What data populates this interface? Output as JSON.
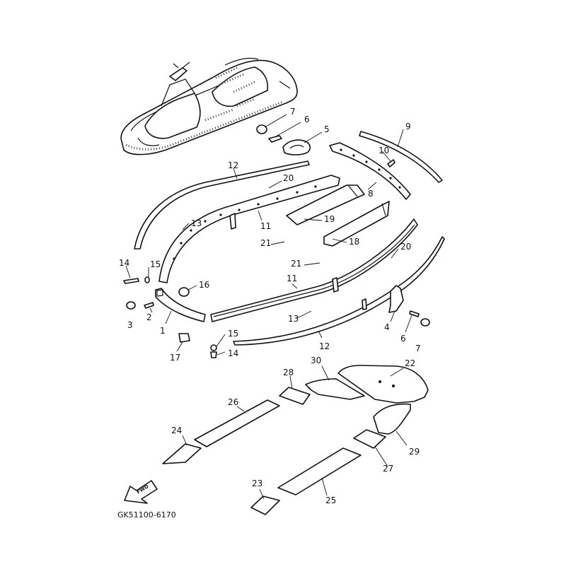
{
  "diagram": {
    "code": "GK51100-6170",
    "fwd_label": "FWD",
    "callouts": [
      {
        "id": "c7a",
        "text": "7"
      },
      {
        "id": "c6a",
        "text": "6"
      },
      {
        "id": "c5",
        "text": "5"
      },
      {
        "id": "c9",
        "text": "9"
      },
      {
        "id": "c10",
        "text": "10"
      },
      {
        "id": "c12a",
        "text": "12"
      },
      {
        "id": "c20a",
        "text": "20"
      },
      {
        "id": "c8",
        "text": "8"
      },
      {
        "id": "c13a",
        "text": "13"
      },
      {
        "id": "c11a",
        "text": "11"
      },
      {
        "id": "c19",
        "text": "19"
      },
      {
        "id": "c21a",
        "text": "21"
      },
      {
        "id": "c18",
        "text": "18"
      },
      {
        "id": "c14a",
        "text": "14"
      },
      {
        "id": "c15a",
        "text": "15"
      },
      {
        "id": "c16",
        "text": "16"
      },
      {
        "id": "c21b",
        "text": "21"
      },
      {
        "id": "c20b",
        "text": "20"
      },
      {
        "id": "c11b",
        "text": "11"
      },
      {
        "id": "c3",
        "text": "3"
      },
      {
        "id": "c2",
        "text": "2"
      },
      {
        "id": "c1",
        "text": "1"
      },
      {
        "id": "c13b",
        "text": "13"
      },
      {
        "id": "c4",
        "text": "4"
      },
      {
        "id": "c6b",
        "text": "6"
      },
      {
        "id": "c7b",
        "text": "7"
      },
      {
        "id": "c15b",
        "text": "15"
      },
      {
        "id": "c17",
        "text": "17"
      },
      {
        "id": "c14b",
        "text": "14"
      },
      {
        "id": "c12b",
        "text": "12"
      },
      {
        "id": "c28",
        "text": "28"
      },
      {
        "id": "c30",
        "text": "30"
      },
      {
        "id": "c22",
        "text": "22"
      },
      {
        "id": "c26",
        "text": "26"
      },
      {
        "id": "c24",
        "text": "24"
      },
      {
        "id": "c29",
        "text": "29"
      },
      {
        "id": "c27",
        "text": "27"
      },
      {
        "id": "c23",
        "text": "23"
      },
      {
        "id": "c25",
        "text": "25"
      }
    ]
  }
}
